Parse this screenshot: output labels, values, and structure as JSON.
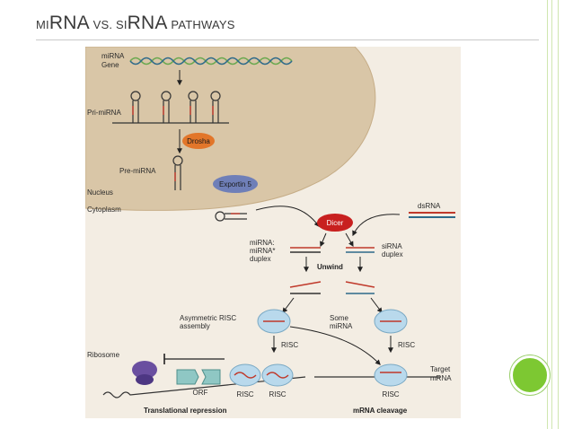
{
  "slide": {
    "title_mi": "MI",
    "title_rna1": "RNA",
    "title_vs": " VS. ",
    "title_si": "SI",
    "title_rna2": "RNA",
    "title_pathways": " PATHWAYS"
  },
  "diagram": {
    "mirna_gene": [
      "miRNA",
      "Gene"
    ],
    "pri_mirna": "Pri-miRNA",
    "drosha": "Drosha",
    "pre_mirna": "Pre-miRNA",
    "exportin": "Exportin 5",
    "nucleus": "Nucleus",
    "cytoplasm": "Cytoplasm",
    "dsrna": "dsRNA",
    "dicer": "Dicer",
    "mirna_duplex": [
      "miRNA:",
      "miRNA*",
      "duplex"
    ],
    "sirna_duplex": [
      "siRNA",
      "duplex"
    ],
    "unwind": "Unwind",
    "asym_risc": [
      "Asymmetric RISC",
      "assembly"
    ],
    "some_mirna": [
      "Some",
      "miRNA"
    ],
    "risc": "RISC",
    "ribosome": "Ribosome",
    "orf": "ORF",
    "target_mrna": [
      "Target",
      "mRNA"
    ],
    "translational_repression": "Translational repression",
    "mrna_cleavage": "mRNA cleavage"
  },
  "colors": {
    "accent_dot": "#7dc832",
    "nucleus": "#d9c6a7",
    "background": "#f3ede3",
    "drosha": "#e2762a",
    "dicer": "#c8201f",
    "exportin": "#6f7fb8",
    "risc": "#b9d9ec",
    "ribosome": "#6a4fa0",
    "orf": "#8fc7c4"
  }
}
